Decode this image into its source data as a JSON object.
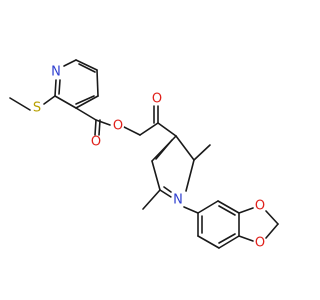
{
  "atoms": {
    "pyridine_n": {
      "label": "N",
      "color": "#2f3fd0"
    },
    "thioether_s": {
      "label": "S",
      "color": "#b8a000"
    },
    "carbonyl_o1": {
      "label": "O",
      "color": "#e0201a"
    },
    "ester_o": {
      "label": "O",
      "color": "#e0201a"
    },
    "ketone_o": {
      "label": "O",
      "color": "#e0201a"
    },
    "pyrrole_n": {
      "label": "N",
      "color": "#2f3fd0"
    },
    "dioxole_o1": {
      "label": "O",
      "color": "#e0201a"
    },
    "dioxole_o2": {
      "label": "O",
      "color": "#e0201a"
    }
  },
  "colors": {
    "bond": "#1a1a1a",
    "background": "#ffffff"
  }
}
